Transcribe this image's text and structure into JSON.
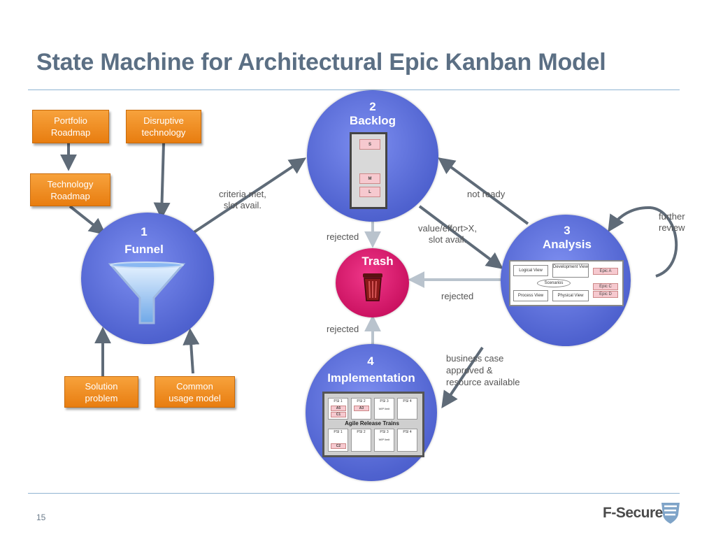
{
  "slide": {
    "title": "State Machine for Architectural Epic Kanban Model",
    "page_number": "15",
    "logo_text": "F-Secure."
  },
  "inputs": {
    "portfolio": "Portfolio\nRoadmap",
    "disruptive": "Disruptive\ntechnology",
    "tech_roadmap": "Technology\nRoadmap",
    "solution": "Solution\nproblem",
    "common_usage": "Common\nusage model"
  },
  "states": {
    "funnel": {
      "number": "1",
      "name": "Funnel"
    },
    "backlog": {
      "number": "2",
      "name": "Backlog",
      "cards": [
        "S",
        "M",
        "L"
      ]
    },
    "analysis": {
      "number": "3",
      "name": "Analysis",
      "views": [
        "Logical View",
        "Development View",
        "Scenarios",
        "Process View",
        "Physical View"
      ],
      "epics": [
        "Epic A",
        "Epic C",
        "Epic D"
      ]
    },
    "implementation": {
      "number": "4",
      "name": "Implementation",
      "train_label": "Agile Release Trains",
      "columns": [
        "PSI 1",
        "PSI 2",
        "PSI 3",
        "PSI 4"
      ],
      "cards_top": [
        "A5",
        "A3",
        "C1"
      ],
      "cards_bottom": [
        "C2"
      ],
      "wip": "WIP limit"
    },
    "trash": {
      "name": "Trash"
    }
  },
  "transitions": {
    "criteria": "criteria met,\nslot avail.",
    "not_ready": "not ready",
    "value_effort": "value/effort>X,\nslot avail.",
    "further_review": "further\nreview",
    "rejected_backlog": "rejected",
    "rejected_analysis": "rejected",
    "rejected_impl": "rejected",
    "business_case": "business case\napproved &\nresource available"
  },
  "colors": {
    "title": "#5b6f84",
    "circle": "#5567d6",
    "orange_box": "#f28c1f",
    "trash": "#d6166f",
    "arrow": "#5f6b78"
  }
}
